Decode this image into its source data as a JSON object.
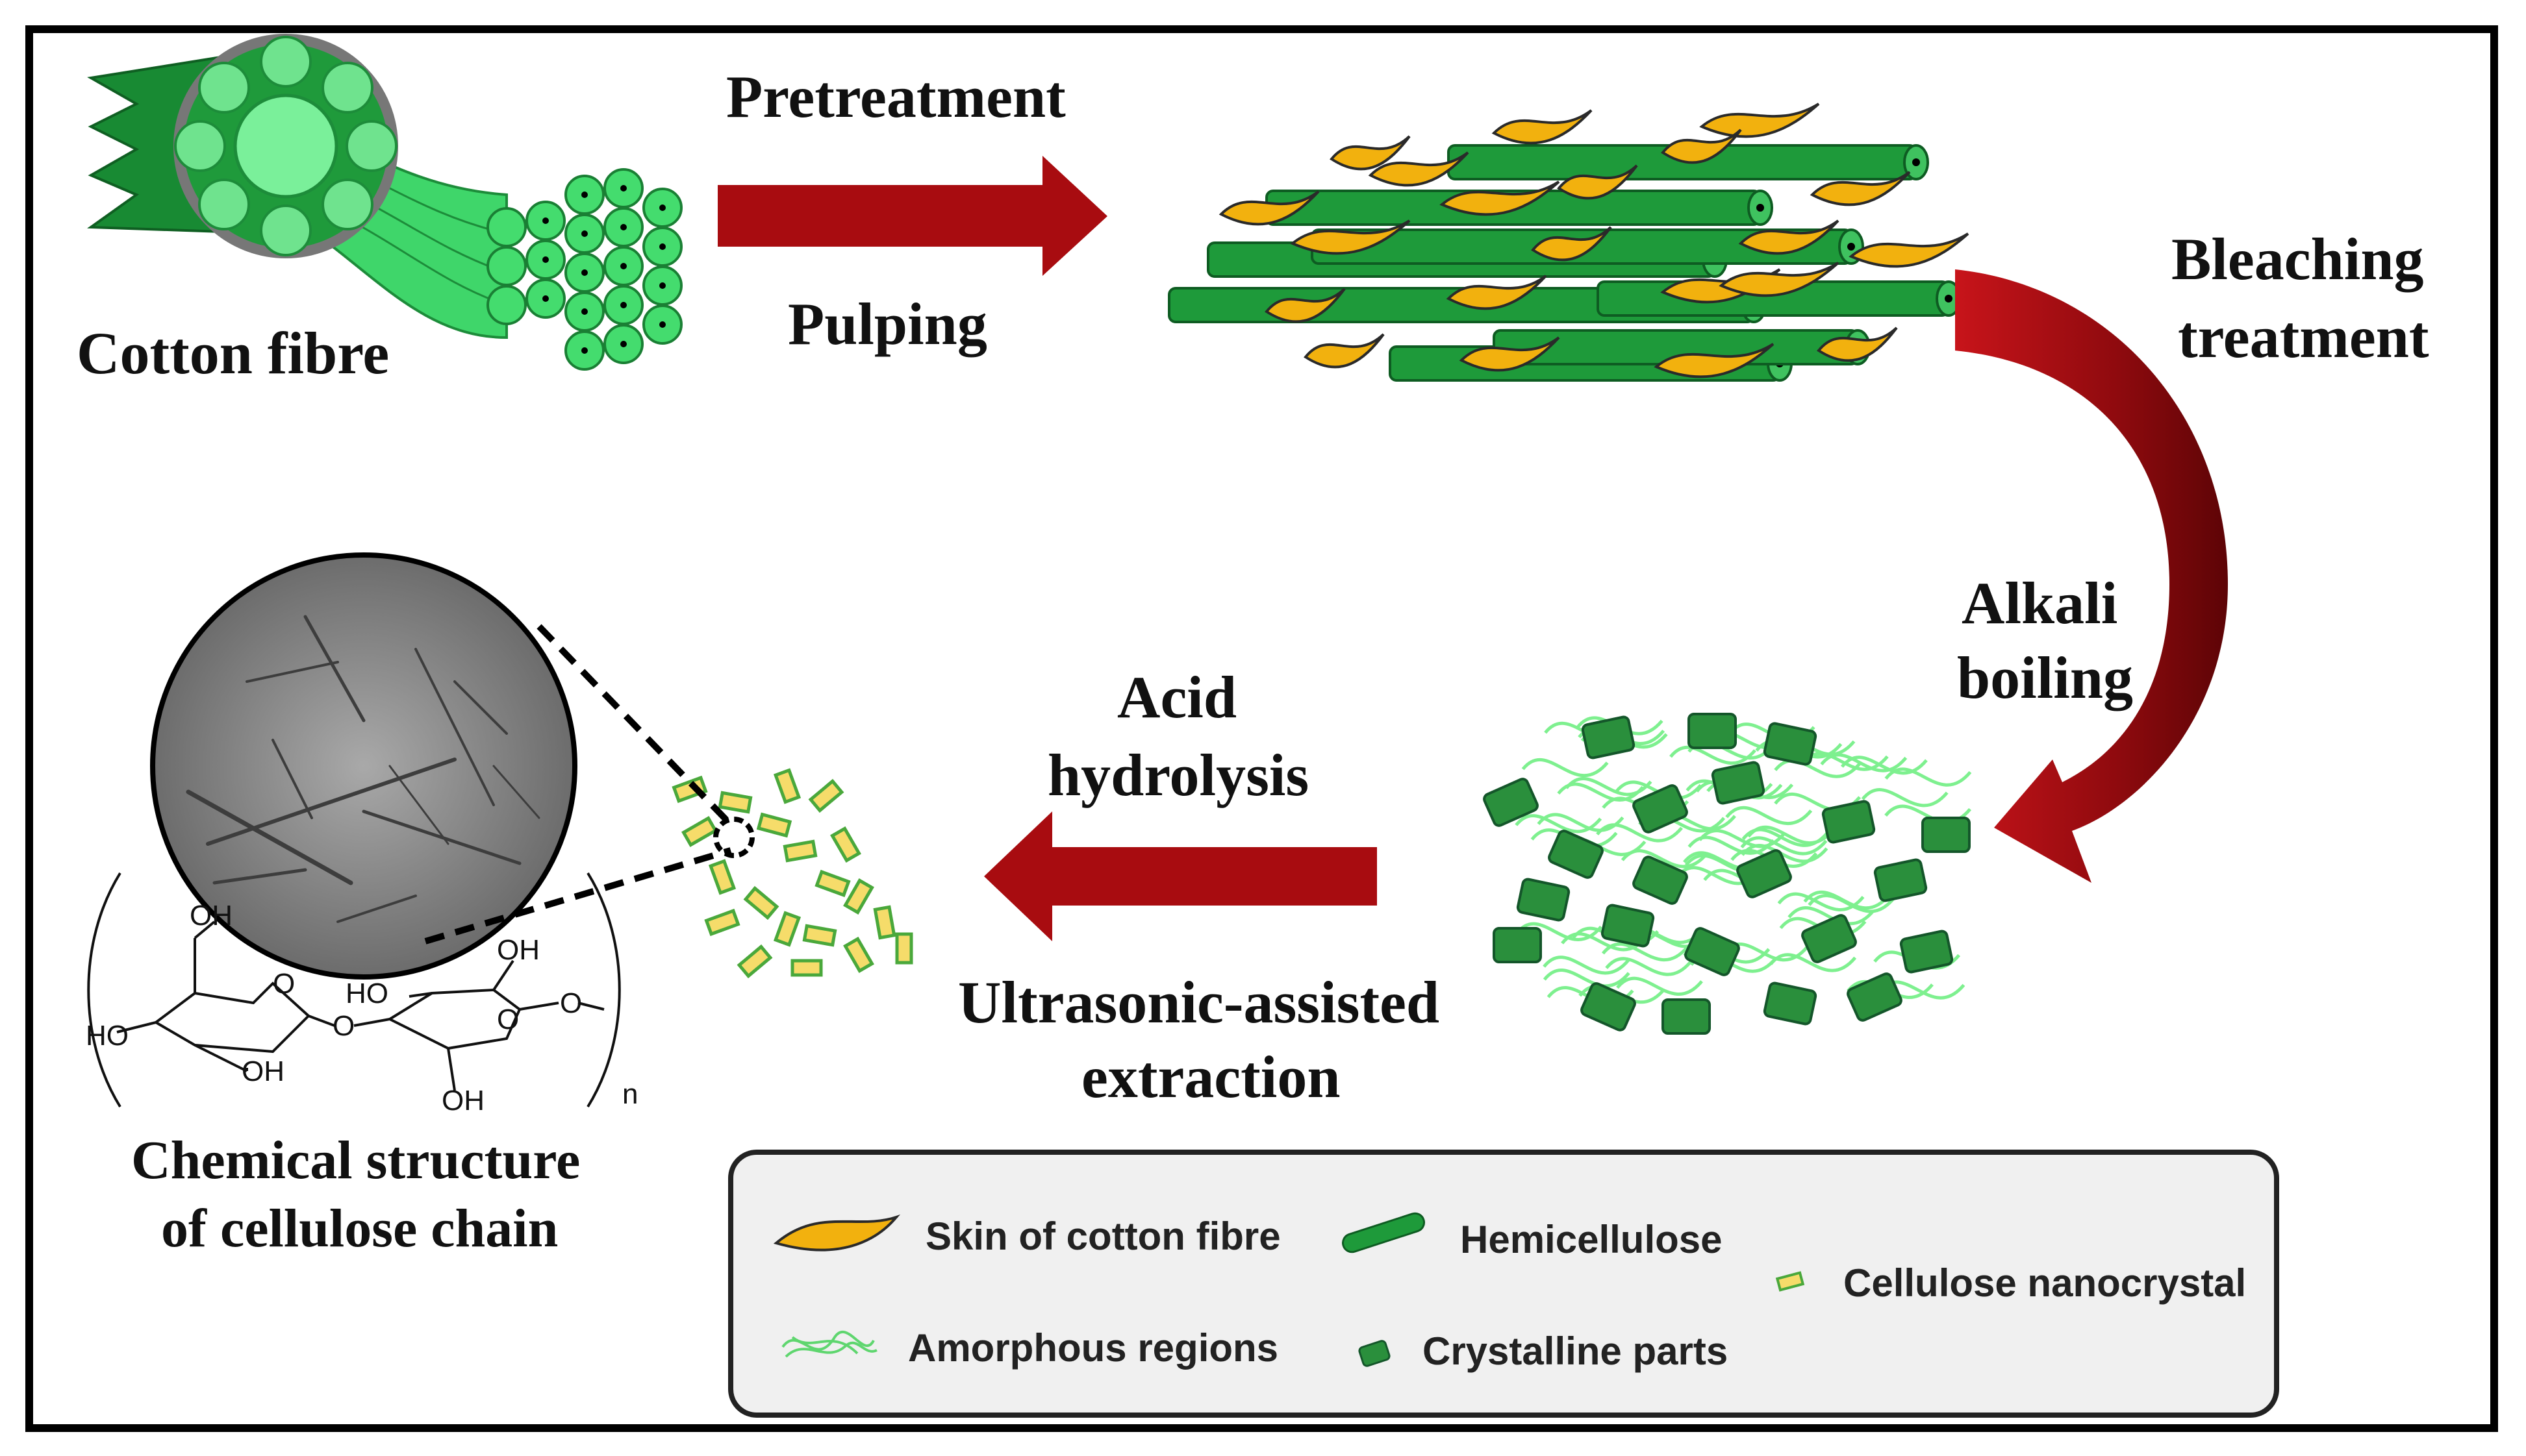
{
  "colors": {
    "arrow_red": "#a80c10",
    "cotton_green": "#1e9a3a",
    "light_green": "#4fe07a",
    "skin_yellow": "#f2b10e",
    "amorphous_green": "#7ef08f",
    "legend_bg": "#f0f0f0"
  },
  "stages": {
    "cotton_fibre": "Cotton fibre",
    "pretreatment": "Pretreatment",
    "pulping": "Pulping",
    "bleaching_line1": "Bleaching",
    "bleaching_line2": "treatment",
    "alkali_line1": "Alkali",
    "alkali_line2": "boiling",
    "acid_line1": "Acid",
    "acid_line2": "hydrolysis",
    "ultra_line1": "Ultrasonic-assisted",
    "ultra_line2": "extraction",
    "chem_line1": "Chemical structure",
    "chem_line2": "of cellulose chain"
  },
  "chemistry": {
    "oh_top_left": "OH",
    "ho_left": "HO",
    "oh_bottom_left": "OH",
    "o_ring_left": "O",
    "o_link": "O",
    "ho_mid": "HO",
    "oh_top_right": "OH",
    "o_ring_right": "O",
    "o_end": "O",
    "oh_bottom_right": "OH",
    "n_sub": "n"
  },
  "legend": {
    "skin": "Skin of cotton fibre",
    "hemicellulose": "Hemicellulose",
    "nanocrystal": "Cellulose nanocrystal",
    "amorphous": "Amorphous regions",
    "crystalline": "Crystalline parts"
  }
}
